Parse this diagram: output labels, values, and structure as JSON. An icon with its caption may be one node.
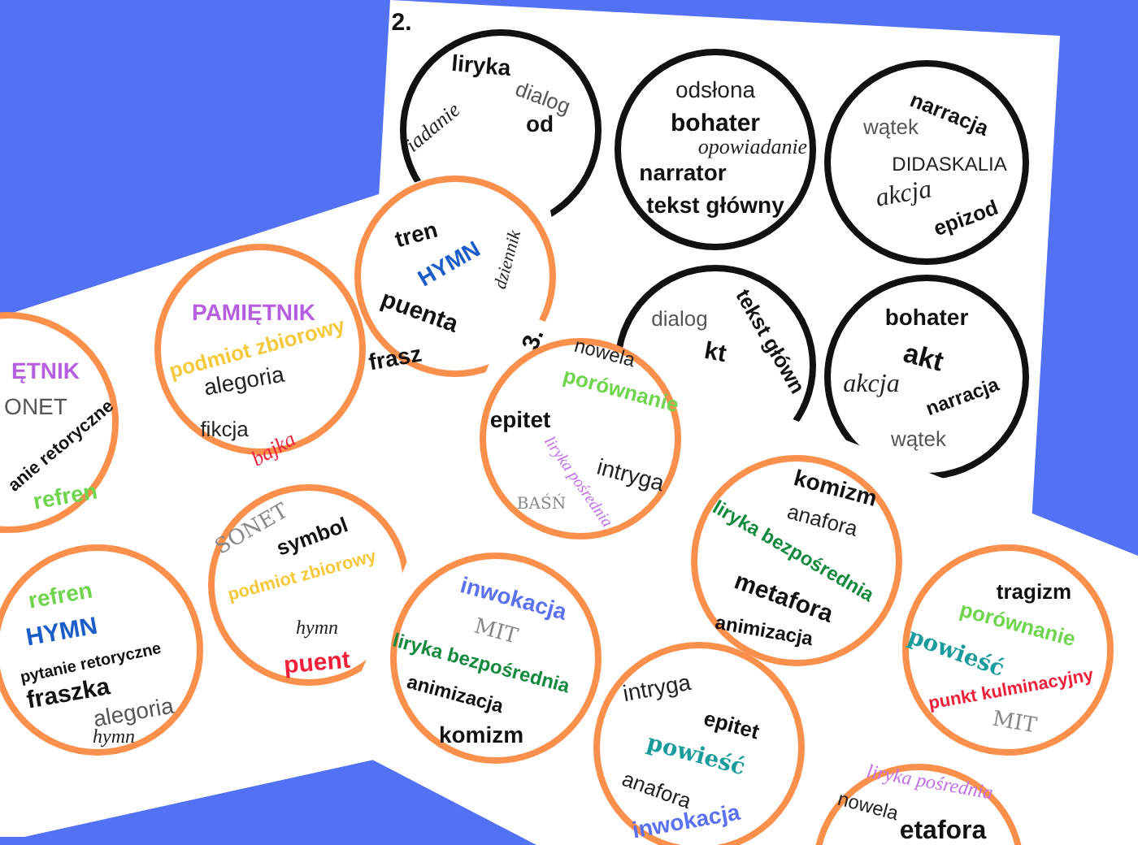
{
  "diagram": {
    "nodes": [
      {
        "text": [
          "liryka",
          "dialog",
          "iadanie",
          "od"
        ]
      },
      {
        "text": [
          "odsłona",
          "bohater",
          "opowiadanie",
          "narrator",
          "tekst główny"
        ]
      },
      {
        "text": [
          "narracja",
          "wątek",
          "DIDASKALIA",
          "akcja",
          "epizod"
        ]
      },
      {
        "text": [
          "dialog",
          "kt",
          "tekst główn"
        ]
      },
      {
        "text": [
          "bohater",
          "akt",
          "akcja",
          "narracja",
          "wątek"
        ]
      },
      {
        "text": [
          "ĘTNIK",
          "ONET",
          "anie retoryczne",
          "refren"
        ]
      },
      {
        "text": [
          "PAMIĘTNIK",
          "podmiot zbiorowy",
          "alegoria",
          "fikcja",
          "bajka"
        ]
      },
      {
        "text": [
          "tren",
          "HYMN",
          "puenta",
          "dziennik",
          "frasz"
        ]
      },
      {
        "text": [
          "refren",
          "HYMN",
          "pytanie retoryczne",
          "fraszka",
          "alegoria",
          "hymn"
        ]
      },
      {
        "text": [
          "SONET",
          "symbol",
          "podmiot zbiorowy",
          "hymn",
          "puent"
        ]
      },
      {
        "text": [
          "nowela",
          "porównanie",
          "epitet",
          "intryga",
          "liryka pośrednia",
          "BAŚŃ"
        ]
      },
      {
        "text": [
          "inwokacja",
          "MIT",
          "liryka bezpośrednia",
          "animizacja",
          "komizm"
        ]
      },
      {
        "text": [
          "komizm",
          "anafora",
          "liryka bezpośrednia",
          "metafora",
          "animizacja"
        ]
      },
      {
        "text": [
          "tragizm",
          "porównanie",
          "powieść",
          "punkt kulminacyjny",
          "MIT"
        ]
      },
      {
        "text": [
          "intryga",
          "epitet",
          "powieść",
          "anafora",
          "inwokacja"
        ]
      },
      {
        "text": [
          "liryka pośrednia",
          "nowela",
          "etafora"
        ]
      }
    ],
    "labels": [
      "2.",
      "3."
    ]
  }
}
